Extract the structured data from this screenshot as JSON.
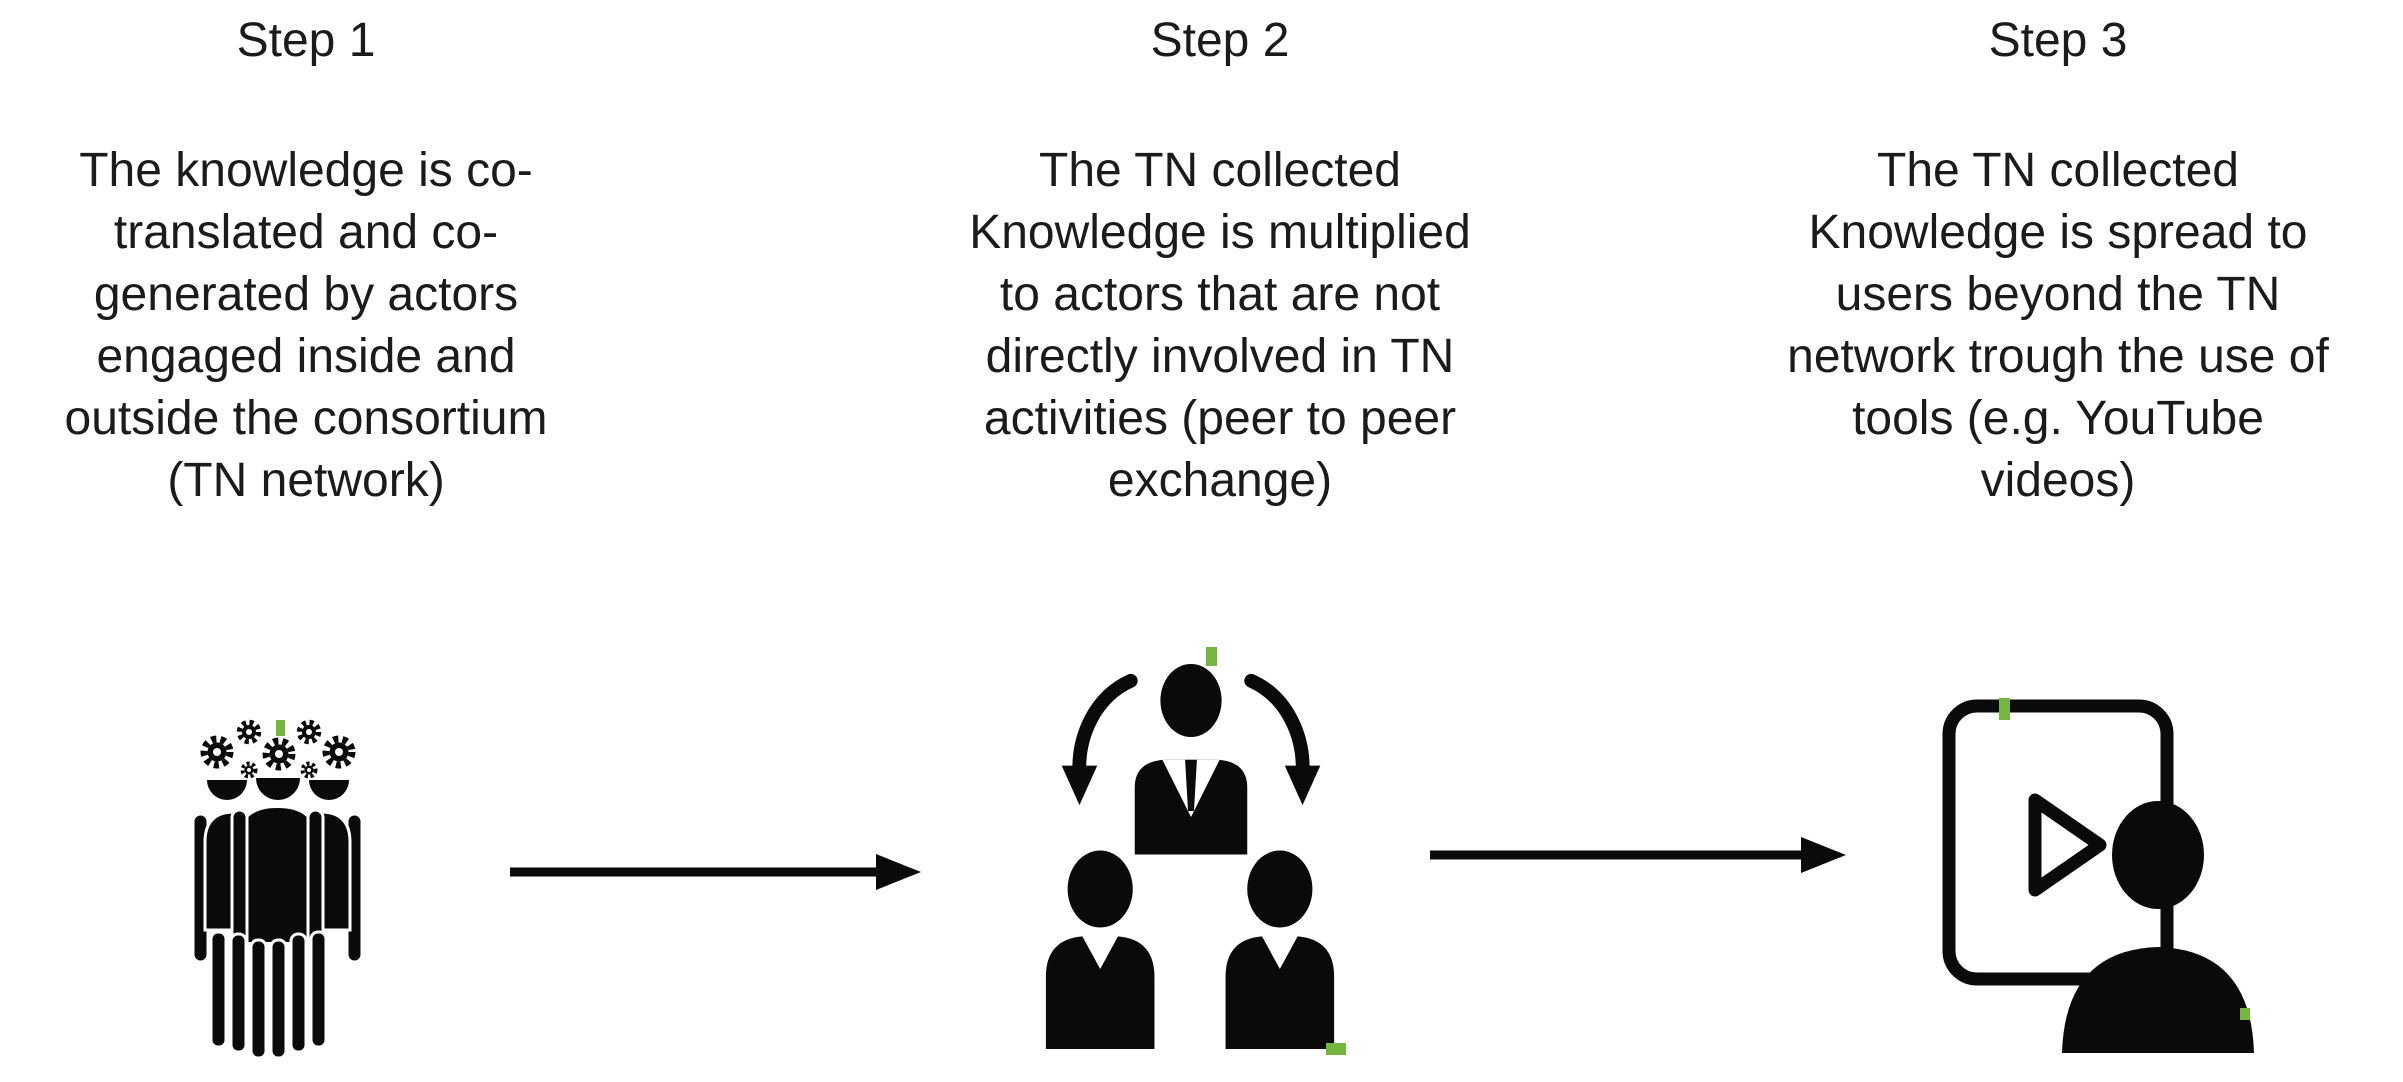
{
  "steps": [
    {
      "title": "Step 1",
      "lines": [
        "The knowledge is co-",
        "translated and co-",
        "generated by actors",
        "engaged inside and",
        "outside the consortium",
        "(TN network)"
      ],
      "icon": "team-with-gears-icon"
    },
    {
      "title": "Step 2",
      "lines": [
        "The TN collected",
        "Knowledge is multiplied",
        "to actors that are not",
        "directly involved in TN",
        "activities (peer to peer",
        "exchange)"
      ],
      "icon": "knowledge-multiplier-icon"
    },
    {
      "title": "Step 3",
      "lines": [
        "The TN collected",
        "Knowledge is spread to",
        "users beyond the TN",
        "network trough the use of",
        "tools (e.g. YouTube",
        "videos)"
      ],
      "icon": "video-viewer-icon"
    }
  ],
  "colors": {
    "text": "#1b1b1b",
    "icon": "#0a0a0a",
    "arrow": "#0a0a0a",
    "annotation_green": "#74b63e",
    "background": "#ffffff"
  }
}
